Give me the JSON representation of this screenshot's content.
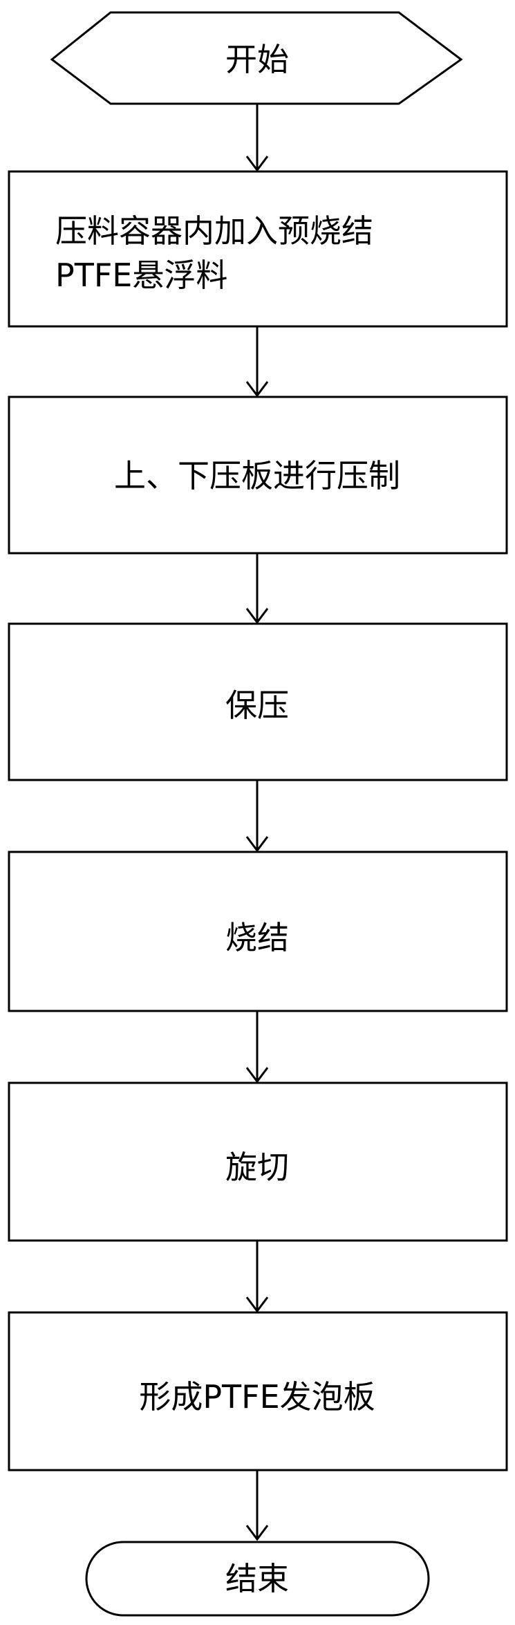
{
  "flowchart": {
    "start": {
      "label": "开始"
    },
    "steps": [
      {
        "lines": [
          "压料容器内加入预烧结",
          "PTFE悬浮料"
        ]
      },
      {
        "lines": [
          "上、下压板进行压制"
        ]
      },
      {
        "lines": [
          "保压"
        ]
      },
      {
        "lines": [
          "烧结"
        ]
      },
      {
        "lines": [
          "旋切"
        ]
      },
      {
        "lines": [
          "形成PTFE发泡板"
        ]
      }
    ],
    "end": {
      "label": "结束"
    }
  },
  "colors": {
    "stroke": "#000000",
    "fill": "#ffffff",
    "text": "#000000"
  }
}
